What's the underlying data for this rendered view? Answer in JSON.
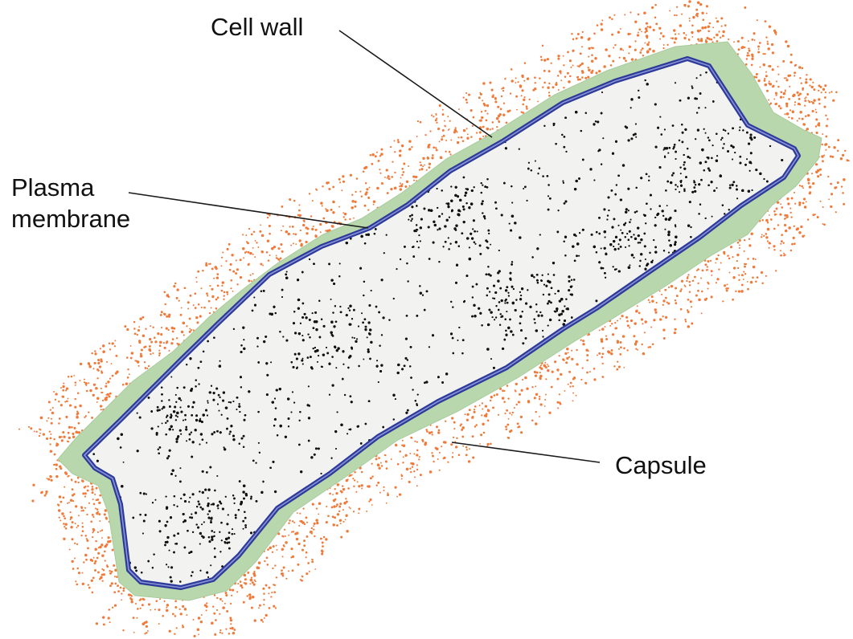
{
  "labels": {
    "cell_wall": "Cell wall",
    "plasma_membrane_line1": "Plasma",
    "plasma_membrane_line2": "membrane",
    "capsule": "Capsule"
  },
  "colors": {
    "capsule_dots": "#f07a3a",
    "cell_wall": "#b8d7ad",
    "plasma_membrane": "#2d3a9a",
    "membrane_highlight": "#8a95d6",
    "cytoplasm": "#f2f2f0",
    "ribosomes": "#111111"
  }
}
